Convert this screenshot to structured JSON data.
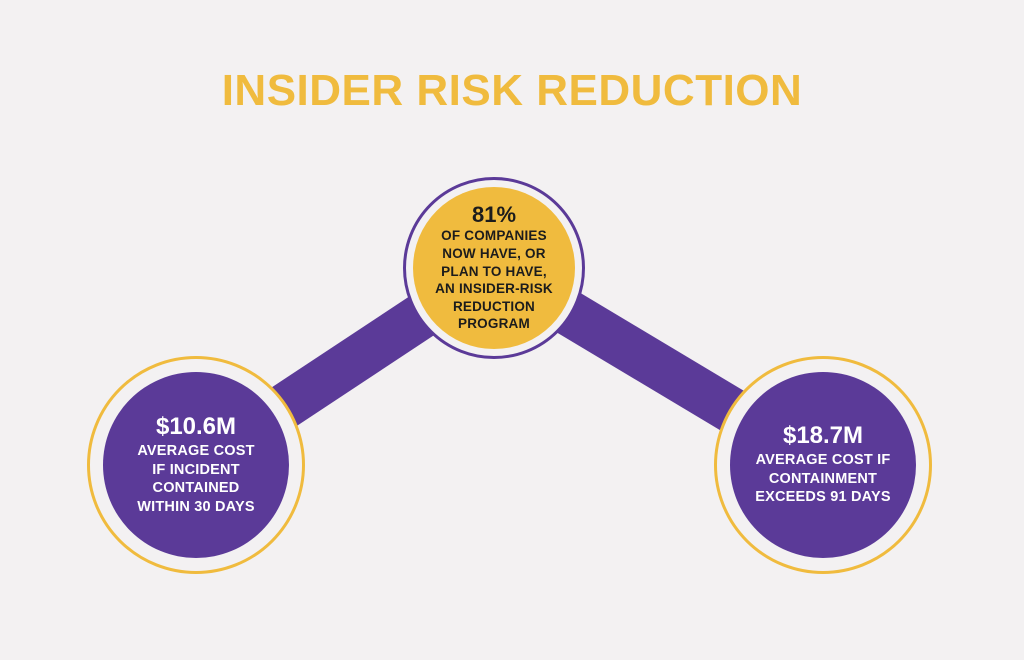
{
  "title": "INSIDER RISK REDUCTION",
  "colors": {
    "background": "#f3f1f2",
    "gold": "#f0bb3e",
    "purple": "#5b3a98",
    "dark_text": "#1c1c1c",
    "light_text": "#ffffff"
  },
  "center": {
    "value": "81%",
    "lines": [
      "OF COMPANIES",
      "NOW HAVE, OR",
      "PLAN TO HAVE,",
      "AN INSIDER-RISK",
      "REDUCTION",
      "PROGRAM"
    ]
  },
  "left": {
    "value": "$10.6M",
    "lines": [
      "AVERAGE COST",
      "IF INCIDENT",
      "CONTAINED",
      "WITHIN 30 DAYS"
    ]
  },
  "right": {
    "value": "$18.7M",
    "lines": [
      "AVERAGE COST IF",
      "CONTAINMENT",
      "EXCEEDS 91 DAYS"
    ]
  }
}
